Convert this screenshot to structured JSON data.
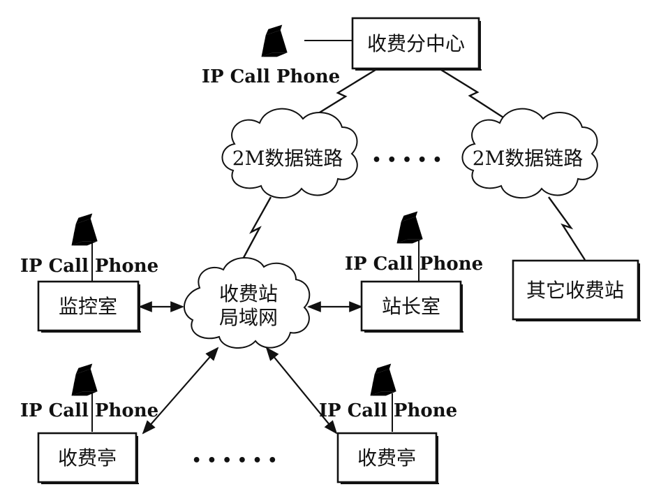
{
  "diagram": {
    "center_box": "收费分中心",
    "link_cloud_left": "2M数据链路",
    "link_cloud_right": "2M数据链路",
    "link_ellipsis": "• • • • •",
    "lan_cloud_line1": "收费站",
    "lan_cloud_line2": "局域网",
    "monitor_room": "监控室",
    "master_room": "站长室",
    "other_stations": "其它收费站",
    "booth_left": "收费亭",
    "booth_right": "收费亭",
    "booth_ellipsis": "• • • • • •",
    "phone_label": "IP Call Phone"
  },
  "icons": {
    "phone": "desk-phone-icon",
    "lightning": "wireless-link-icon"
  }
}
